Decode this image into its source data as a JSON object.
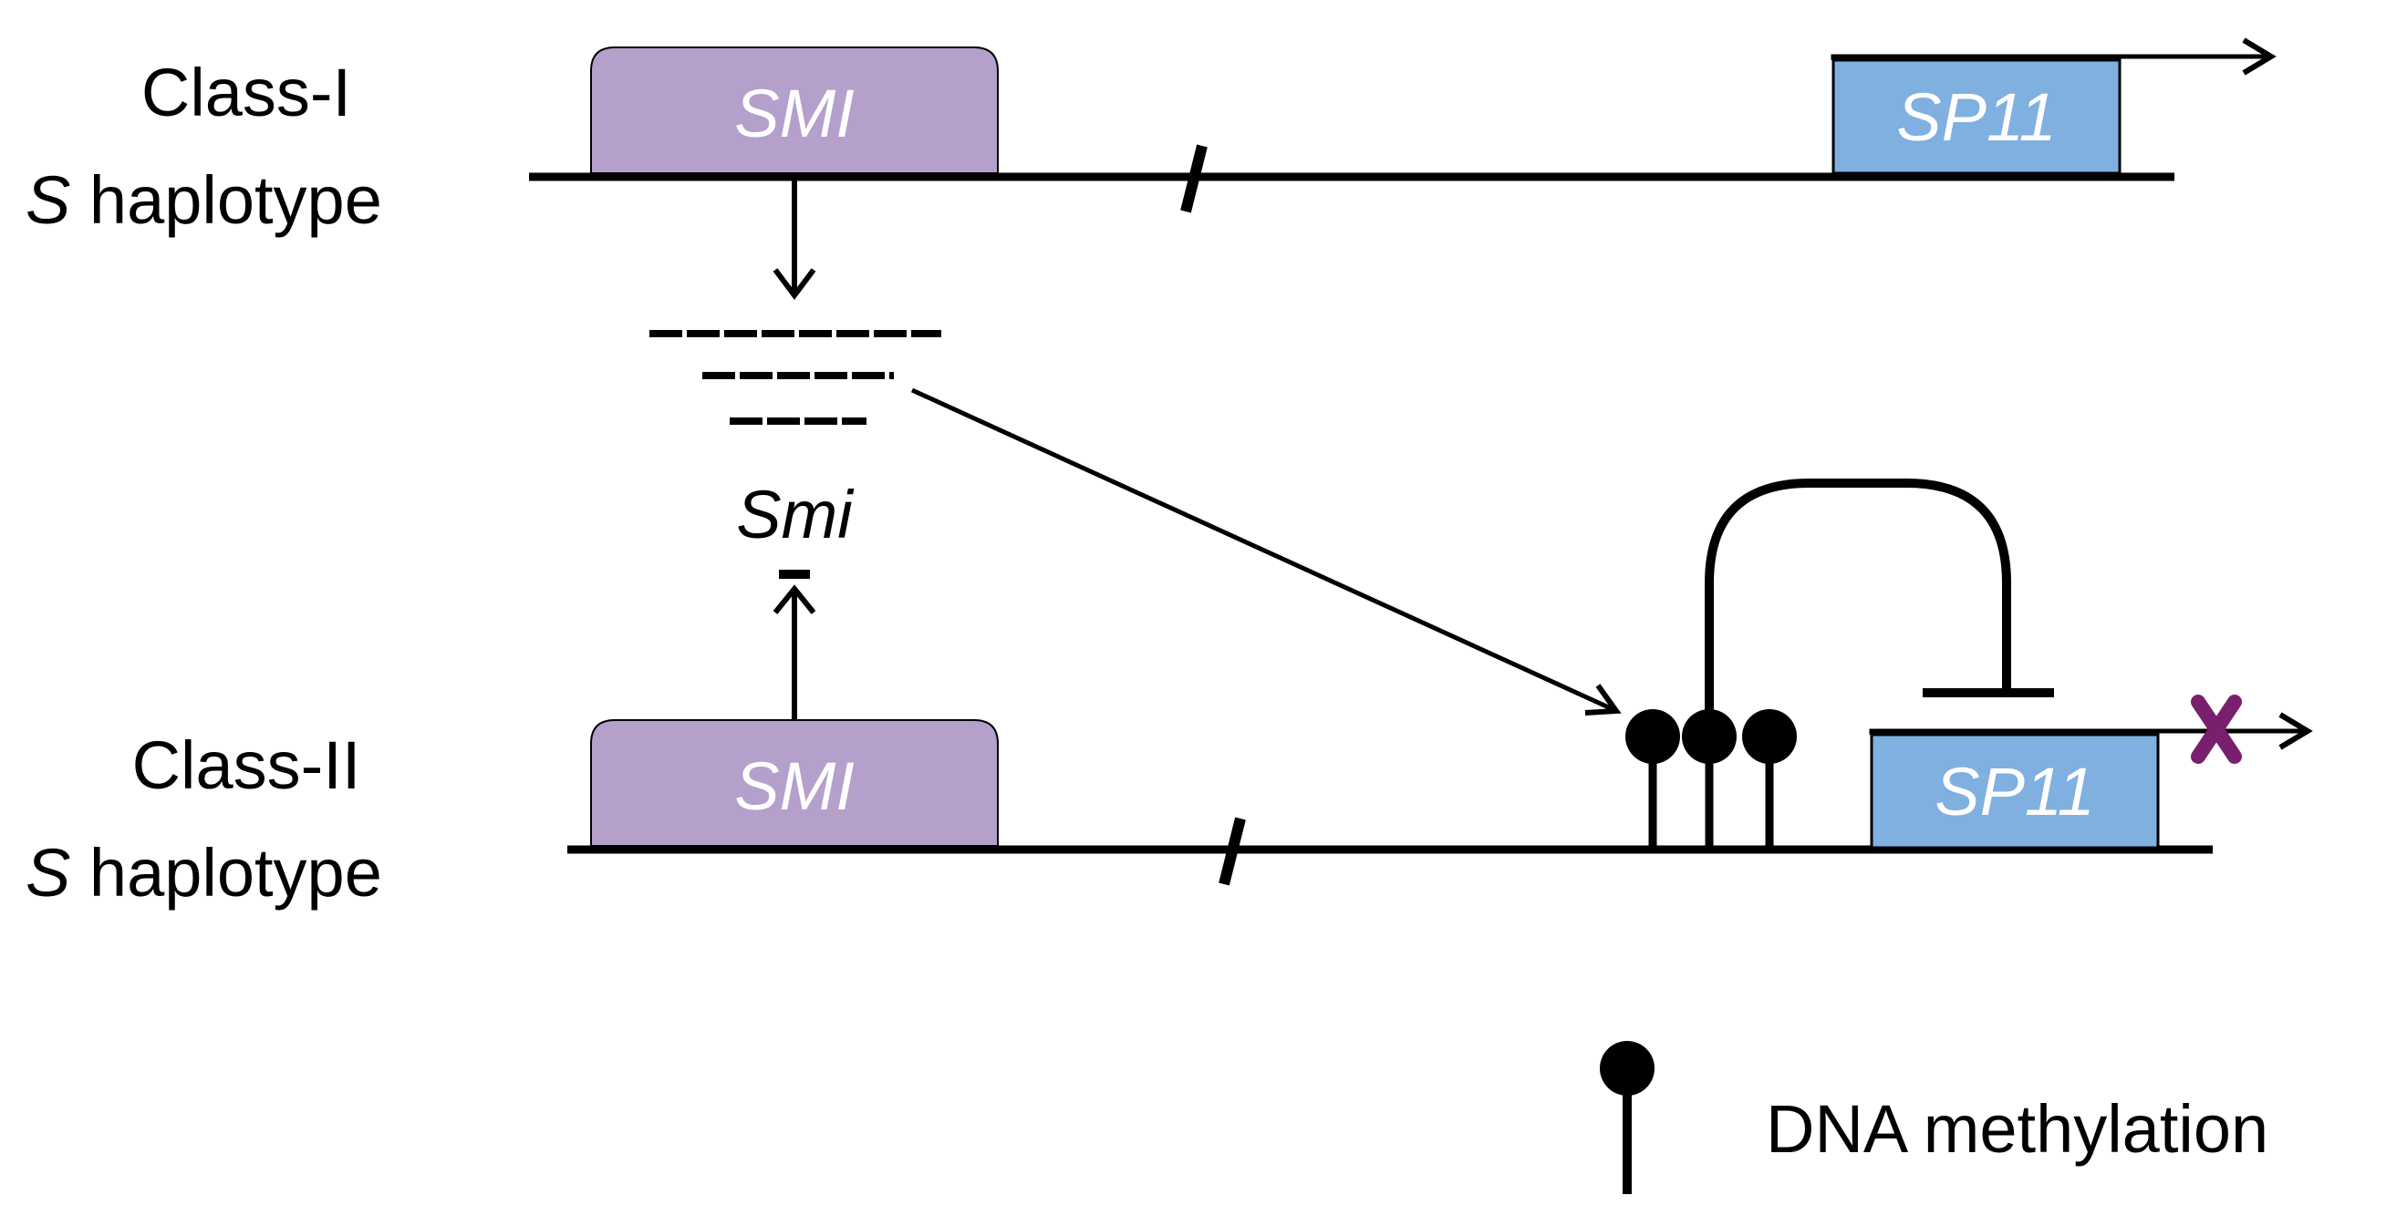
{
  "class1": {
    "line1": "Class-I",
    "s_letter": "S",
    "line2_rest": " haplotype"
  },
  "class2": {
    "line1": "Class-II",
    "s_letter": "S",
    "line2_rest": " haplotype"
  },
  "genes": {
    "smi": "SMI",
    "sp11": "SP11"
  },
  "small_rna_label": "Smi",
  "legend": {
    "methylation": "DNA methylation"
  },
  "colors": {
    "smi_fill": "#b59fcb",
    "sp11_fill": "#7fb0e0",
    "inhibition_cross": "#7a1f6e",
    "line": "#000000"
  }
}
